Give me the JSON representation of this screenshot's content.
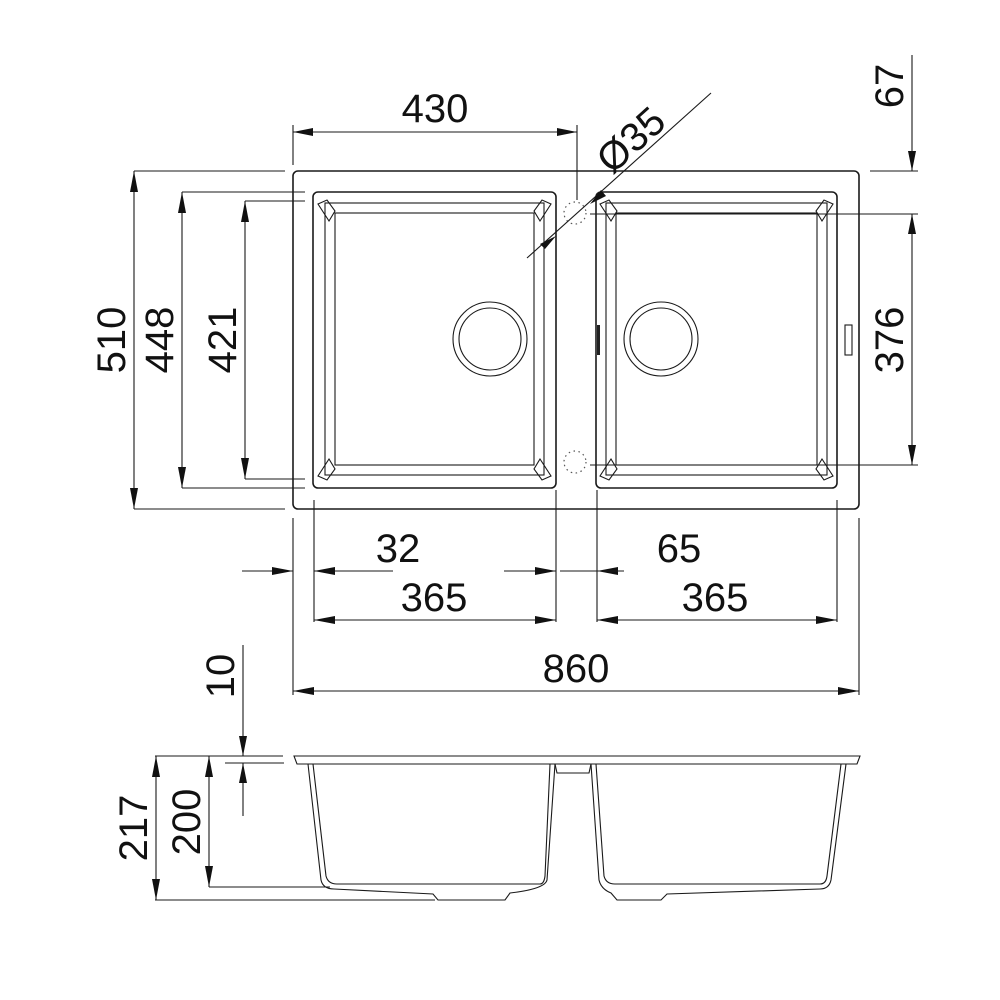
{
  "drawing": {
    "title": "Double bowl kitchen sink technical drawing",
    "views": [
      "top-view",
      "side-profile"
    ],
    "units": "mm",
    "line_color": "#1a1a1a",
    "background": "#ffffff"
  },
  "dimensions": {
    "bowl_pitch_width": "430",
    "tap_hole_diameter": "Ø35",
    "tap_hole_offset": "67",
    "right_bowl_depth": "376",
    "overall_depth": "510",
    "bowl_outer_depth": "448",
    "left_bowl_depth": "421",
    "left_margin": "32",
    "center_gap": "65",
    "left_bowl_width": "365",
    "right_bowl_width": "365",
    "overall_width": "860",
    "rim_thickness": "10",
    "overall_height": "217",
    "bowl_height": "200"
  }
}
